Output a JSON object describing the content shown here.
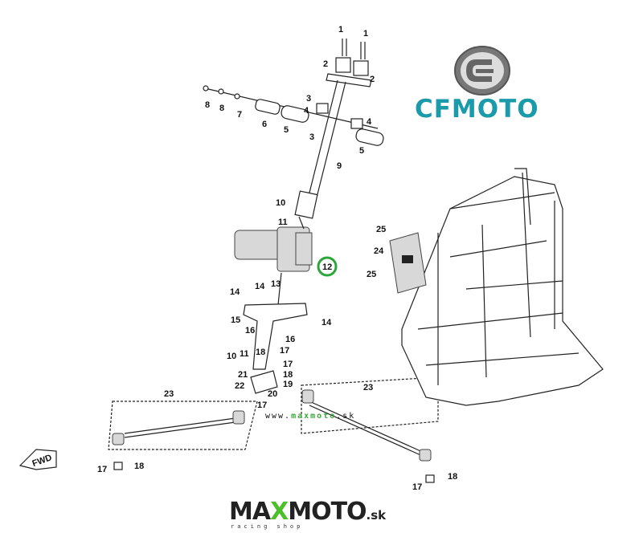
{
  "brand": {
    "logo_text": "CFMOTO",
    "color": "#1b9aa9"
  },
  "watermark": {
    "url_prefix": "www.",
    "url_highlight": "maxmoto",
    "url_suffix": ".sk"
  },
  "shop_logo": {
    "part1": "MA",
    "part2": "X",
    "part3": "MOTO",
    "suffix": ".sk",
    "tagline": "racing shop",
    "accent": "#4cbf2a"
  },
  "fwd_label": "FWD",
  "highlighted_part": "12",
  "callouts": [
    "1",
    "1",
    "2",
    "2",
    "8",
    "8",
    "7",
    "6",
    "5",
    "3",
    "4",
    "3",
    "4",
    "5",
    "9",
    "10",
    "11",
    "25",
    "24",
    "25",
    "13",
    "14",
    "14",
    "15",
    "16",
    "16",
    "14",
    "10",
    "11",
    "17",
    "18",
    "17",
    "18",
    "19",
    "21",
    "22",
    "20",
    "17",
    "23",
    "23",
    "17",
    "18",
    "17",
    "18"
  ]
}
